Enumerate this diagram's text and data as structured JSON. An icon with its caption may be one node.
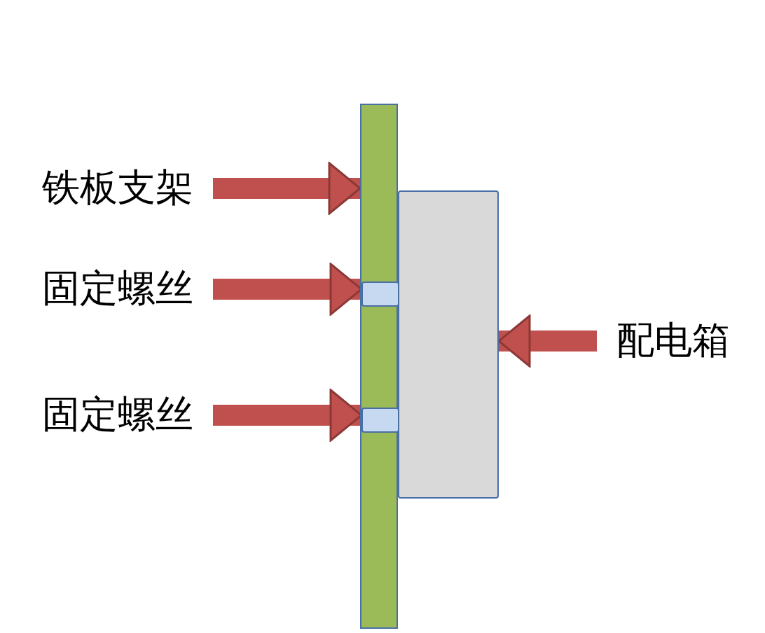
{
  "diagram": {
    "nodes": [
      {
        "text": [
          "铁板支架"
        ]
      },
      {
        "text": [],
        "shape": "bar"
      },
      {
        "text": [
          "固定螺丝"
        ]
      },
      {
        "text": [],
        "shape": "box",
        "in": 1
      },
      {
        "text": [
          "固定螺丝"
        ]
      },
      {
        "text": [],
        "shape": "box",
        "in": 1
      },
      {
        "text": [],
        "shape": "box"
      },
      {
        "text": [
          "配电箱"
        ]
      }
    ],
    "edges": [
      {
        "from": 0,
        "to": 1,
        "arrow": "to"
      },
      {
        "from": 2,
        "to": 3,
        "arrow": "to"
      },
      {
        "from": 4,
        "to": 5,
        "arrow": "to"
      },
      {
        "from": 7,
        "to": 6,
        "arrow": "to"
      }
    ]
  }
}
